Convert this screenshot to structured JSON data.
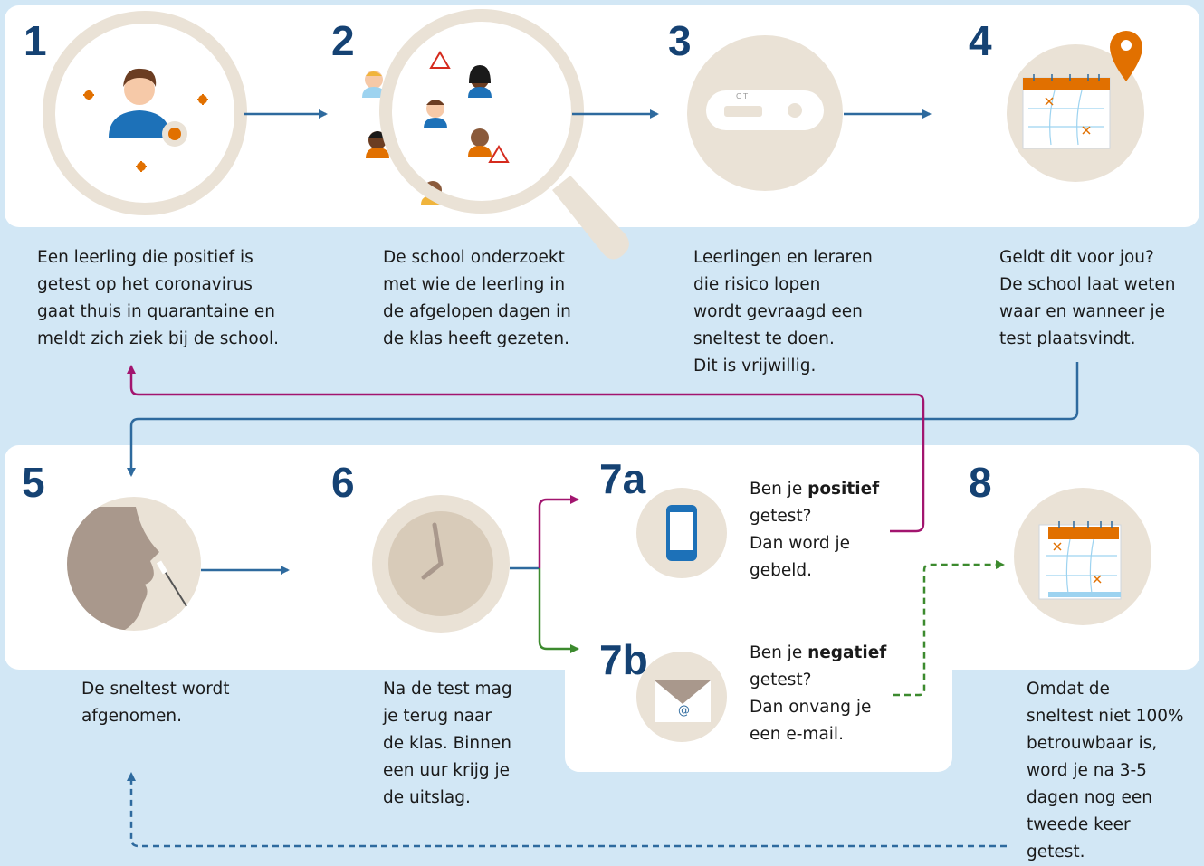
{
  "steps": [
    {
      "number": "1",
      "caption": "Een leerling die positief is\ngetest op het coronavirus\ngaat thuis in quarantaine en\nmeldt zich ziek bij de school."
    },
    {
      "number": "2",
      "caption": "De school onderzoekt\nmet wie de leerling in\nde afgelopen dagen in\nde klas heeft gezeten."
    },
    {
      "number": "3",
      "caption": "Leerlingen en leraren\ndie risico lopen\nwordt gevraagd een\nsneltest te doen.\nDit is vrijwillig."
    },
    {
      "number": "4",
      "caption": "Geldt dit voor jou?\nDe school laat weten\nwaar en wanneer je\ntest plaatsvindt."
    },
    {
      "number": "5",
      "caption": "De sneltest wordt\nafgenomen."
    },
    {
      "number": "6",
      "caption": "Na de test mag\nje terug naar\nde klas. Binnen\neen uur krijg je\nde uitslag."
    },
    {
      "number": "7a",
      "line1_prefix": "Ben je ",
      "line1_bold": "positief",
      "rest": "getest?\nDan word je\ngebeld."
    },
    {
      "number": "7b",
      "line1_prefix": "Ben je ",
      "line1_bold": "negatief",
      "rest": "getest?\nDan onvang je\neen e-mail."
    },
    {
      "number": "8",
      "caption": "Omdat de\nsneltest niet 100%\nbetrouwbaar is,\nword je na 3-5\ndagen nog een\ntweede keer\ngetest."
    }
  ],
  "test_kit_marks": "C  T",
  "email_symbol": "@",
  "colors": {
    "background": "#d2e7f5",
    "panel": "#ffffff",
    "number": "#154273",
    "arrow": "#2e6a9e",
    "positive": "#a2156f",
    "negative": "#3c8a2e",
    "circle": "#eae2d6",
    "accent": "#e17000"
  }
}
